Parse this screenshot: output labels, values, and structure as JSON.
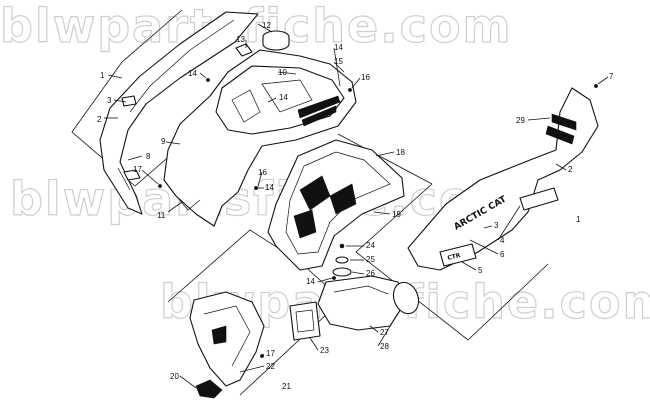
{
  "watermark": {
    "lines": [
      "blwpartsfiche.com",
      "blwpartsfiche.com",
      "blwpartsfiche.com"
    ]
  },
  "decals": {
    "brand": "ARCTIC CAT",
    "model": "CTR"
  },
  "callouts": [
    {
      "id": "c1a",
      "label": "1"
    },
    {
      "id": "c2a",
      "label": "2"
    },
    {
      "id": "c3a",
      "label": "3"
    },
    {
      "id": "c8",
      "label": "8"
    },
    {
      "id": "c9",
      "label": "9"
    },
    {
      "id": "c17a",
      "label": "17"
    },
    {
      "id": "c11",
      "label": "11"
    },
    {
      "id": "c12",
      "label": "12"
    },
    {
      "id": "c13",
      "label": "13"
    },
    {
      "id": "c14a",
      "label": "14"
    },
    {
      "id": "c10",
      "label": "10"
    },
    {
      "id": "c14b",
      "label": "14"
    },
    {
      "id": "c15",
      "label": "15"
    },
    {
      "id": "c16a",
      "label": "16"
    },
    {
      "id": "c14c",
      "label": "14"
    },
    {
      "id": "c16b",
      "label": "16"
    },
    {
      "id": "c14d",
      "label": "14"
    },
    {
      "id": "c18",
      "label": "18"
    },
    {
      "id": "c19",
      "label": "19"
    },
    {
      "id": "c24",
      "label": "24"
    },
    {
      "id": "c25",
      "label": "25"
    },
    {
      "id": "c26",
      "label": "26"
    },
    {
      "id": "c14e",
      "label": "14"
    },
    {
      "id": "c27",
      "label": "27"
    },
    {
      "id": "c28",
      "label": "28"
    },
    {
      "id": "c23",
      "label": "23"
    },
    {
      "id": "c17b",
      "label": "17"
    },
    {
      "id": "c22",
      "label": "22"
    },
    {
      "id": "c20",
      "label": "20"
    },
    {
      "id": "c21",
      "label": "21"
    },
    {
      "id": "c7",
      "label": "7"
    },
    {
      "id": "c29",
      "label": "29"
    },
    {
      "id": "c2b",
      "label": "2"
    },
    {
      "id": "c1b",
      "label": "1"
    },
    {
      "id": "c3b",
      "label": "3"
    },
    {
      "id": "c4",
      "label": "4"
    },
    {
      "id": "c6",
      "label": "6"
    },
    {
      "id": "c5",
      "label": "5"
    }
  ]
}
